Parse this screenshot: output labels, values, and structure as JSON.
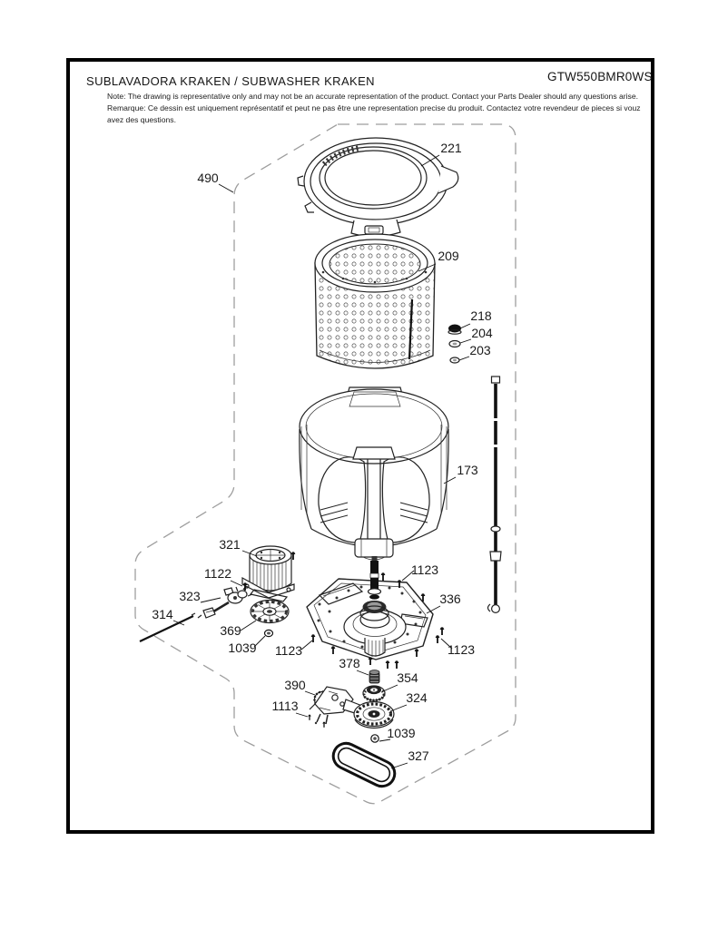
{
  "page": {
    "title": "SUBLAVADORA KRAKEN / SUBWASHER KRAKEN",
    "model": "GTW550BMR0WS",
    "note_en": "Note: The drawing is representative only and may not be an accurate representation of the product. Contact your Parts Dealer should any questions arise.",
    "note_fr": "Remarque: Ce dessin est uniquement représentatif et peut ne pas être une representation precise du produit. Contactez votre revendeur de pieces si vouz avez des questions."
  },
  "diagram": {
    "labels": [
      {
        "part": "assembly-group",
        "text": "490"
      },
      {
        "part": "tub-cover",
        "text": "221"
      },
      {
        "part": "wash-basket",
        "text": "209"
      },
      {
        "part": "shaft-cap",
        "text": "218"
      },
      {
        "part": "washer",
        "text": "204"
      },
      {
        "part": "washer-small",
        "text": "203"
      },
      {
        "part": "outer-tub",
        "text": "173"
      },
      {
        "part": "drive-motor",
        "text": "321"
      },
      {
        "part": "motor-screw",
        "text": "1122"
      },
      {
        "part": "wire-harness",
        "text": "323"
      },
      {
        "part": "link-rod",
        "text": "314"
      },
      {
        "part": "rotor",
        "text": "369"
      },
      {
        "part": "rotor-nut",
        "text": "1039"
      },
      {
        "part": "platform-screw-left",
        "text": "1123"
      },
      {
        "part": "platform-screw-top",
        "text": "1123"
      },
      {
        "part": "platform",
        "text": "336"
      },
      {
        "part": "platform-screw-right",
        "text": "1123"
      },
      {
        "part": "coupler",
        "text": "378"
      },
      {
        "part": "clutch",
        "text": "354"
      },
      {
        "part": "shift-actuator",
        "text": "390"
      },
      {
        "part": "actuator-screw",
        "text": "1113"
      },
      {
        "part": "drive-pulley",
        "text": "324"
      },
      {
        "part": "pulley-nut",
        "text": "1039"
      },
      {
        "part": "drive-belt",
        "text": "327"
      }
    ]
  }
}
